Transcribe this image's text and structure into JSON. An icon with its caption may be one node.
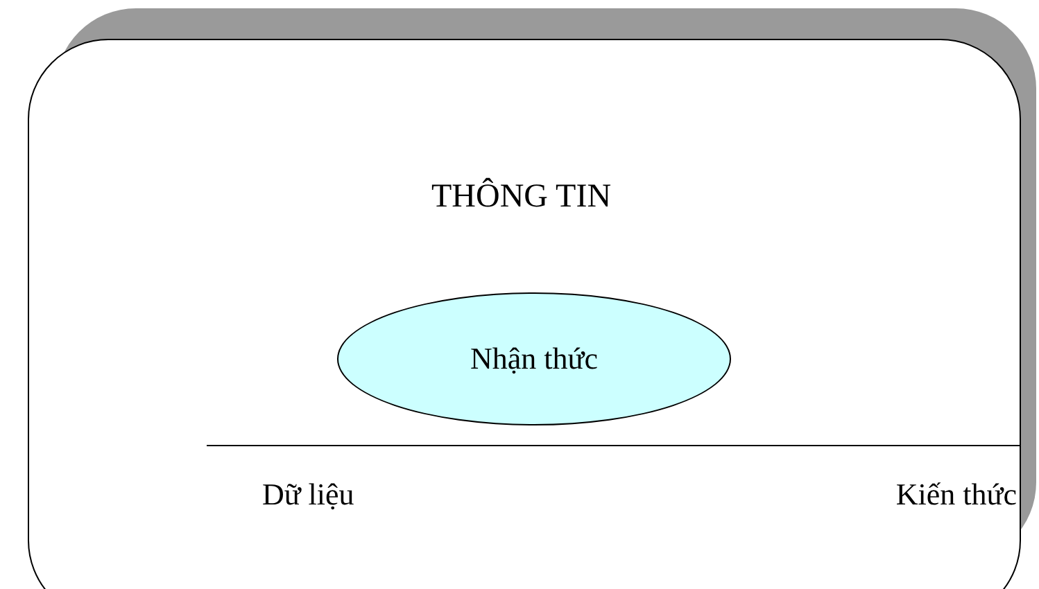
{
  "diagram": {
    "nodes": [
      {
        "text": [
          "THÔNG TIN"
        ]
      },
      {
        "text": [
          "Nhận thức"
        ],
        "in": 0
      }
    ],
    "labels": [
      "Dữ liệu",
      "Kiến thức"
    ]
  }
}
